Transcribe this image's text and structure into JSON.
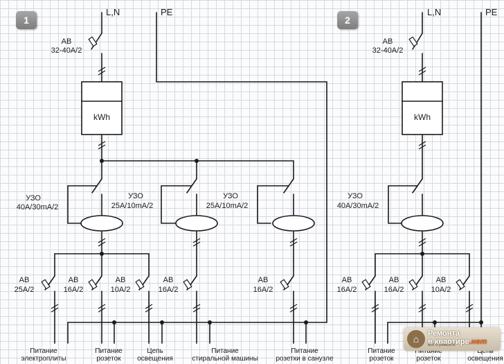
{
  "colors": {
    "wire": "#1a1a1a",
    "grid": "#d3d9e3",
    "badge": "#8e8e8e",
    "logo_accent": "#e8641d"
  },
  "scheme1": {
    "badge": "1",
    "phase": "L,N",
    "pe": "PE",
    "main_breaker": {
      "name": "АВ",
      "rating": "32-40A/2"
    },
    "meter": "kWh",
    "rcds": [
      {
        "name": "УЗО",
        "rating": "40A/30mA/2"
      },
      {
        "name": "УЗО",
        "rating": "25A/10mA/2"
      },
      {
        "name": "УЗО",
        "rating": "25A/10mA/2"
      }
    ],
    "breakers": [
      {
        "name": "АВ",
        "rating": "25A/2"
      },
      {
        "name": "АВ",
        "rating": "16A/2"
      },
      {
        "name": "АВ",
        "rating": "10A/2"
      },
      {
        "name": "АВ",
        "rating": "16A/2"
      },
      {
        "name": "АВ",
        "rating": "16A/2"
      }
    ],
    "captions": [
      [
        "Питание",
        "электроплиты"
      ],
      [
        "Питание",
        "розеток"
      ],
      [
        "Цепь",
        "освещения"
      ],
      [
        "Питание",
        "стиральной машины"
      ],
      [
        "Питание",
        "розетки в санузле"
      ]
    ]
  },
  "scheme2": {
    "badge": "2",
    "phase": "L,N",
    "pe": "PE",
    "main_breaker": {
      "name": "АВ",
      "rating": "32-40A/2"
    },
    "meter": "kWh",
    "rcd": {
      "name": "УЗО",
      "rating": "40A/30mA/2"
    },
    "breakers": [
      {
        "name": "АВ",
        "rating": "16A/2"
      },
      {
        "name": "АВ",
        "rating": "16A/2"
      },
      {
        "name": "АВ",
        "rating": "10A/2"
      }
    ],
    "captions": [
      [
        "Питание",
        "розеток"
      ],
      [
        "Питание",
        "розеток"
      ],
      [
        "Цепь",
        "освещения"
      ]
    ]
  },
  "logo": {
    "line1": "Ремонта",
    "line2": "в квартире",
    "line2_suffix": ".нет",
    "tagline": "всё о ремонте"
  }
}
